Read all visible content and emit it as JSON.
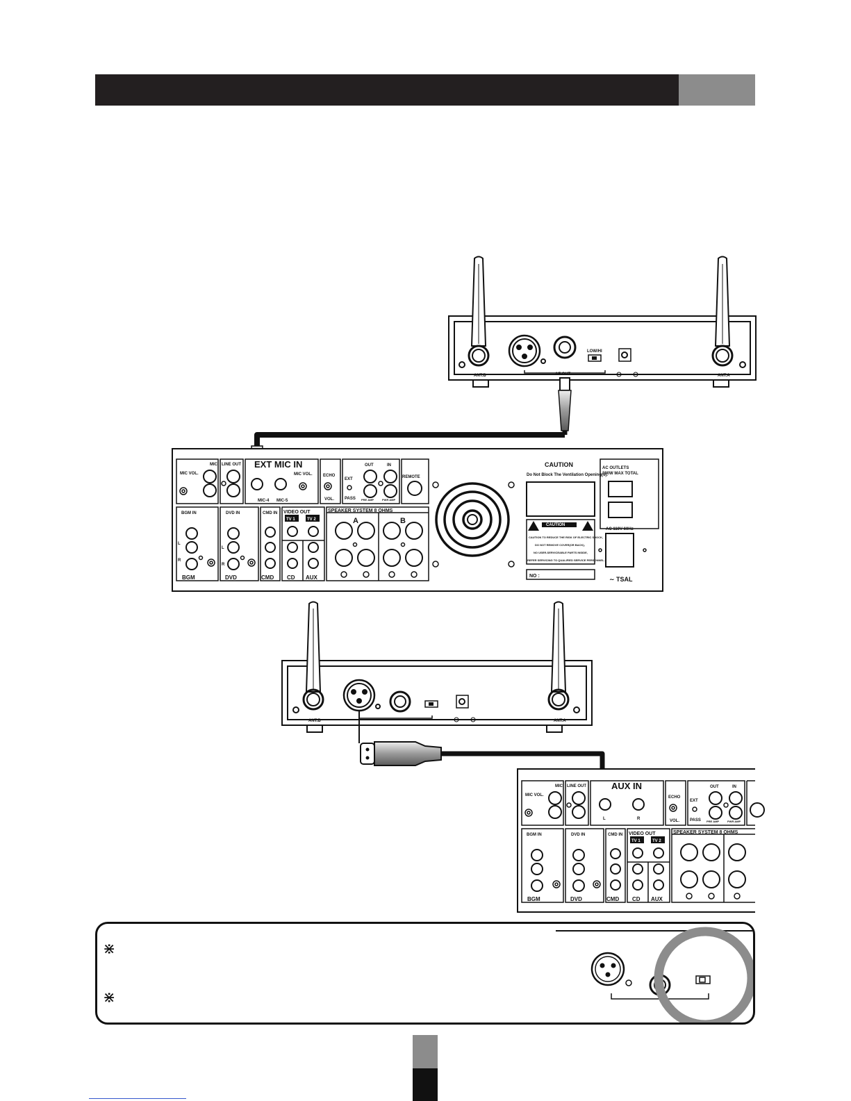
{
  "receiver_top": {
    "ant_b": "ANT.B",
    "ant_a": "ANT.A",
    "af_out": "AF OUT",
    "low_hi": "LOW/HI"
  },
  "amplifier": {
    "mic_label": "MIC",
    "mic_vol": "MIC VOL.",
    "line_out": "LINE OUT",
    "ext_mic_in": "EXT MIC IN",
    "mic4": "MIC-4",
    "mic5": "MIC-5",
    "mic_vol2": "MIC VOL.",
    "echo": "ECHO",
    "vol": "VOL.",
    "out": "OUT",
    "in": "IN",
    "ext": "EXT",
    "pass": "PASS",
    "pre_amp": "PRE AMP",
    "pwr_amp": "PWR AMP",
    "remote": "REMOTE",
    "caution": "CAUTION",
    "caution_sub": "Do Not Block The Ventilation Opening(s).",
    "caution_small": "CAUTION",
    "risk_lines": [
      "CAUTION TO REDUCE THE RISK OF ELECTRIC SHOCK,",
      "DO NOT REMOVE COVER(OR BACK),",
      "NO USER-SERVICEABLE PARTS INSIDE,",
      "REFER SERVICING TO QUALIFIED SERVICE PERSONNEL."
    ],
    "ac_outlets": "AC OUTLETS",
    "ac_outlets_sub": "300W MAX TOTAL",
    "ac_input": "AC 110V 60Hz",
    "serial_no": "NO :",
    "brand": "TSAL",
    "bgm_in": "BGM IN",
    "dvd_in": "DVD IN",
    "cmd_in": "CMD IN",
    "video_out": "VIDEO OUT",
    "tv1": "TV 1",
    "tv2": "TV 2",
    "speaker_system": "SPEAKER SYSTEM 8 OHMS",
    "zone_a": "A",
    "zone_b": "B",
    "bgm": "BGM",
    "dvd": "DVD",
    "cmd": "CMD",
    "cd": "CD",
    "aux": "AUX",
    "l": "L",
    "r": "R"
  },
  "receiver_bottom": {
    "ant_b": "ANT.B",
    "ant_a": "ANT.A"
  },
  "amplifier_partial": {
    "aux_in": "AUX IN",
    "mic_vol": "MIC VOL.",
    "mic_label": "MIC",
    "line_out": "LINE OUT",
    "echo": "ECHO",
    "vol": "VOL.",
    "out": "OUT",
    "in": "IN",
    "ext": "EXT",
    "pass": "PASS",
    "pre_amp": "PRE AMP",
    "pwr_amp": "PWR AMP",
    "bgm_in": "BGM IN",
    "dvd_in": "DVD IN",
    "cmd_in": "CMD IN",
    "video_out": "VIDEO OUT",
    "tv1": "TV 1",
    "tv2": "TV 2",
    "speaker_system": "SPEAKER SYSTEM 8 OHMS",
    "bgm": "BGM",
    "dvd": "DVD",
    "cmd": "CMD",
    "cd": "CD",
    "aux": "AUX"
  },
  "notes": {
    "mark": "⋇"
  }
}
